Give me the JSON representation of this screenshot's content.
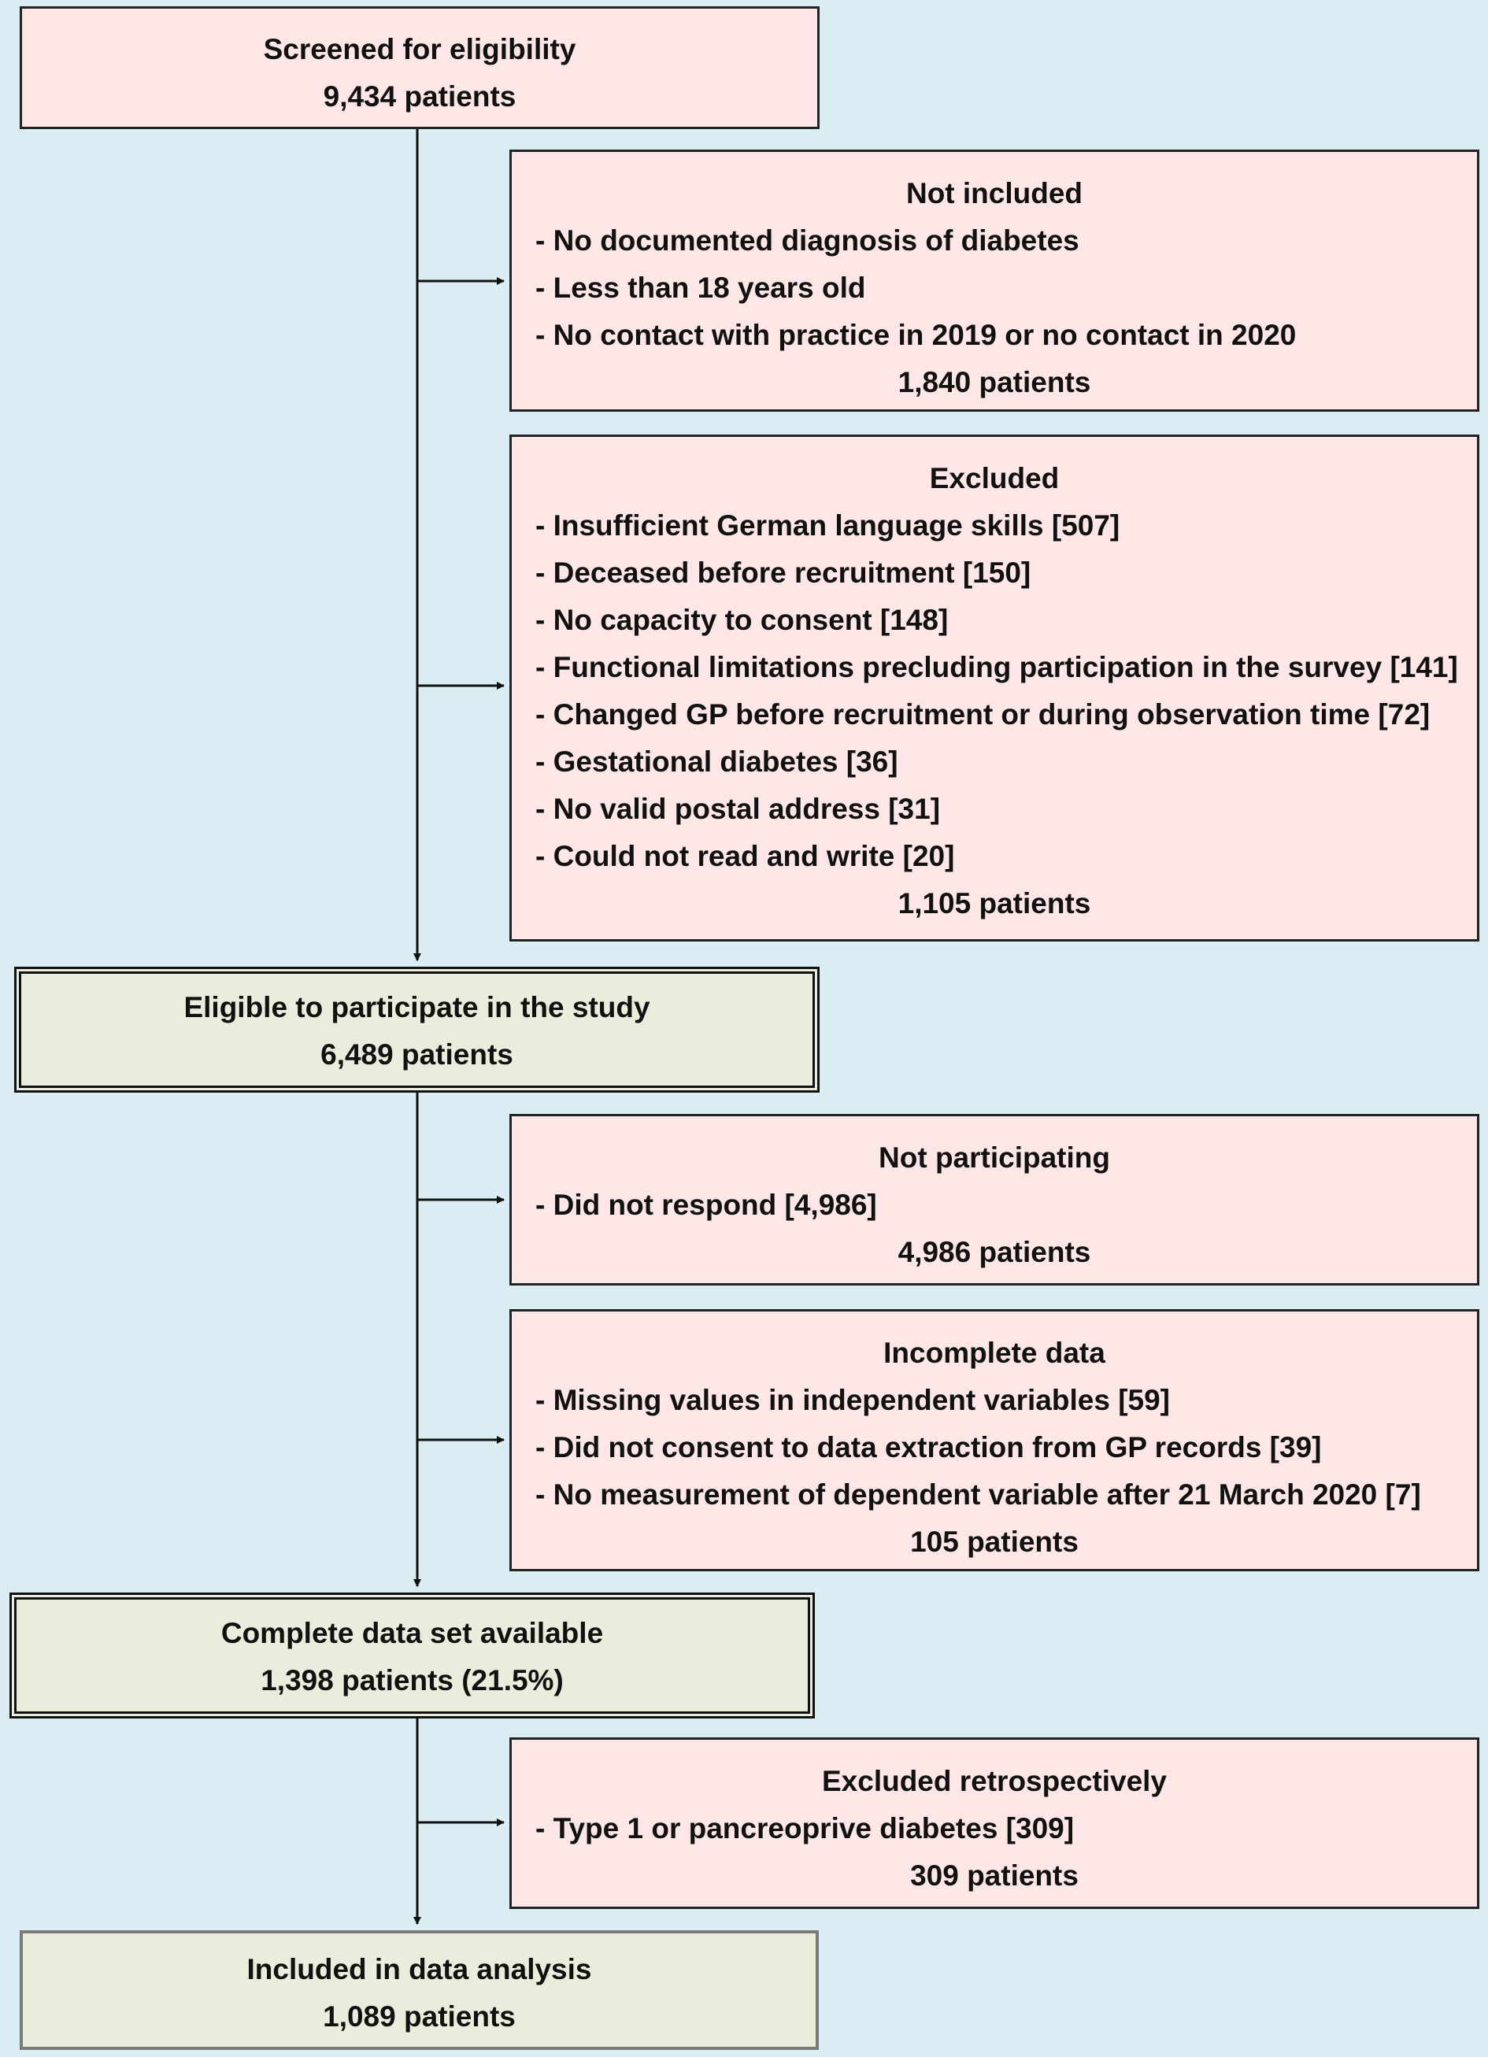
{
  "screened": {
    "title": "Screened for eligibility",
    "count": "9,434 patients"
  },
  "not_included": {
    "title": "Not included",
    "items": [
      "- No documented diagnosis of diabetes",
      "- Less than 18 years old",
      "- No contact with practice in 2019 or no contact in 2020"
    ],
    "count": "1,840 patients"
  },
  "excluded": {
    "title": "Excluded",
    "items": [
      "- Insufficient German language skills [507]",
      "- Deceased before recruitment [150]",
      "- No capacity to consent [148]",
      "- Functional limitations precluding participation in the survey [141]",
      "- Changed GP before recruitment or during observation time [72]",
      "- Gestational diabetes [36]",
      "- No valid postal address [31]",
      "- Could not read and write [20]"
    ],
    "count": "1,105 patients"
  },
  "eligible": {
    "title": "Eligible to participate in the study",
    "count": "6,489 patients"
  },
  "not_participating": {
    "title": "Not participating",
    "items": [
      "- Did not respond [4,986]"
    ],
    "count": "4,986 patients"
  },
  "incomplete": {
    "title": "Incomplete data",
    "items": [
      "- Missing values in independent variables [59]",
      "- Did not consent to data extraction from GP records [39]",
      "- No measurement of dependent variable after 21 March 2020 [7]"
    ],
    "count": "105 patients"
  },
  "complete": {
    "title": "Complete data set available",
    "count": "1,398 patients (21.5%)"
  },
  "excluded_retro": {
    "title": "Excluded retrospectively",
    "items": [
      "- Type 1 or pancreoprive diabetes [309]"
    ],
    "count": "309 patients"
  },
  "included": {
    "title": "Included in data analysis",
    "count": "1,089 patients"
  },
  "colors": {
    "background": "#daedf3",
    "exclusion_box": "#fde6e6",
    "flow_box": "#ebeddc",
    "line": "#111111"
  }
}
